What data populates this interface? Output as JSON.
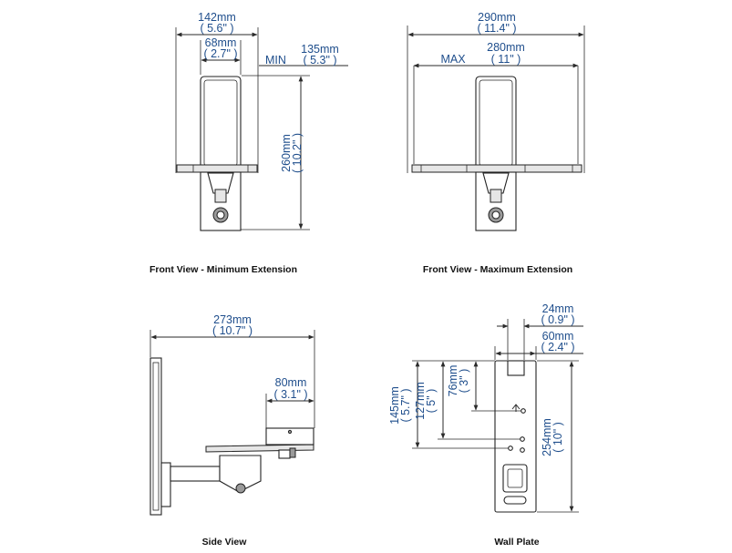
{
  "front_min": {
    "caption": "Front View - Minimum Extension",
    "width_outer_mm": "142mm",
    "width_outer_in": "( 5.6\" )",
    "width_inner_mm": "68mm",
    "width_inner_in": "( 2.7\" )",
    "min_label": "MIN",
    "min_mm": "135mm",
    "min_in": "( 5.3\" )",
    "height_mm": "260mm",
    "height_in": "( 10.2\" )"
  },
  "front_max": {
    "caption": "Front View - Maximum Extension",
    "width_outer_mm": "290mm",
    "width_outer_in": "( 11.4\" )",
    "max_label": "MAX",
    "max_mm": "280mm",
    "max_in": "( 11\" )"
  },
  "side": {
    "caption": "Side View",
    "depth_mm": "273mm",
    "depth_in": "( 10.7\" )",
    "plate_mm": "80mm",
    "plate_in": "( 3.1\" )"
  },
  "wall": {
    "caption": "Wall Plate",
    "top_mm": "24mm",
    "top_in": "( 0.9\" )",
    "width_mm": "60mm",
    "width_in": "( 2.4\" )",
    "h145_mm": "145mm",
    "h145_in": "( 5.7\" )",
    "h127_mm": "127mm",
    "h127_in": "( 5\" )",
    "h76_mm": "76mm",
    "h76_in": "( 3\" )",
    "h254_mm": "254mm",
    "h254_in": "( 10\" )"
  }
}
